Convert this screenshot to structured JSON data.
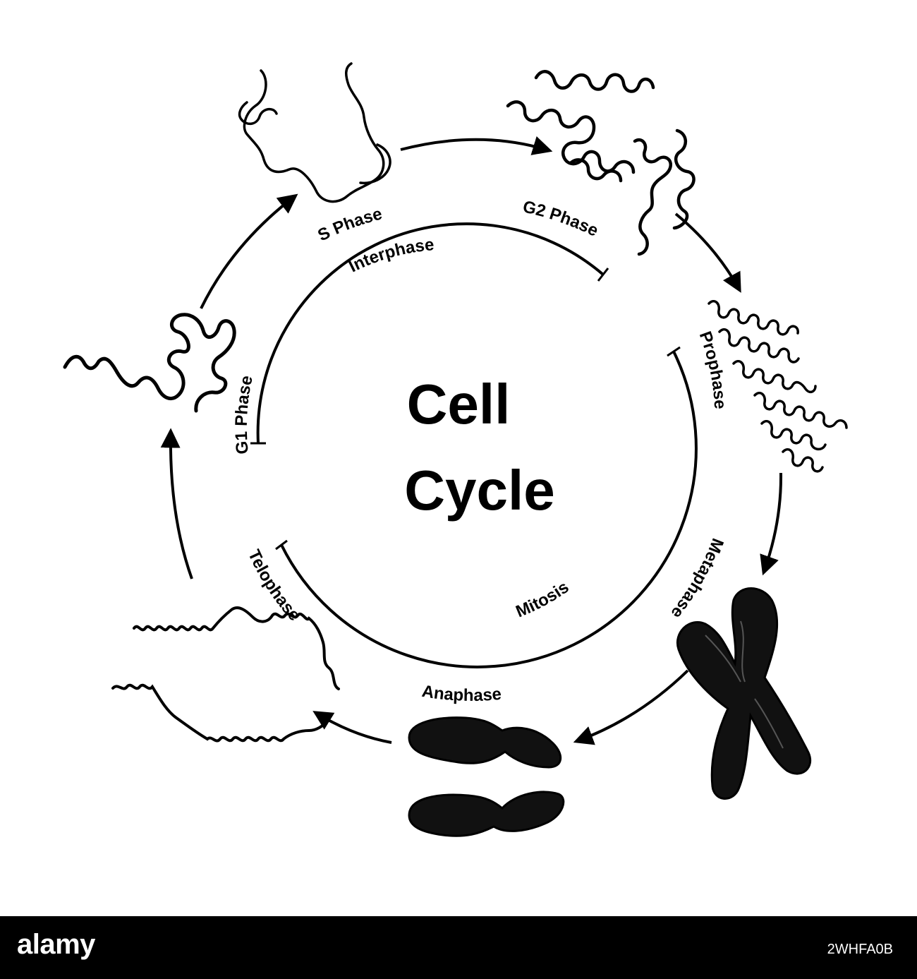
{
  "title_line1": "Cell",
  "title_line2": "Cycle",
  "brackets": {
    "interphase": "Interphase",
    "mitosis": "Mitosis"
  },
  "phases": {
    "g1": "G1 Phase",
    "s": "S Phase",
    "g2": "G2 Phase",
    "prophase": "Prophase",
    "metaphase": "Metaphase",
    "anaphase": "Anaphase",
    "telophase": "Telophase"
  },
  "footer": {
    "logo": "alamy",
    "image_id": "2WHFA0B"
  },
  "colors": {
    "ink": "#000000",
    "background": "#ffffff",
    "footer": "#000000"
  }
}
